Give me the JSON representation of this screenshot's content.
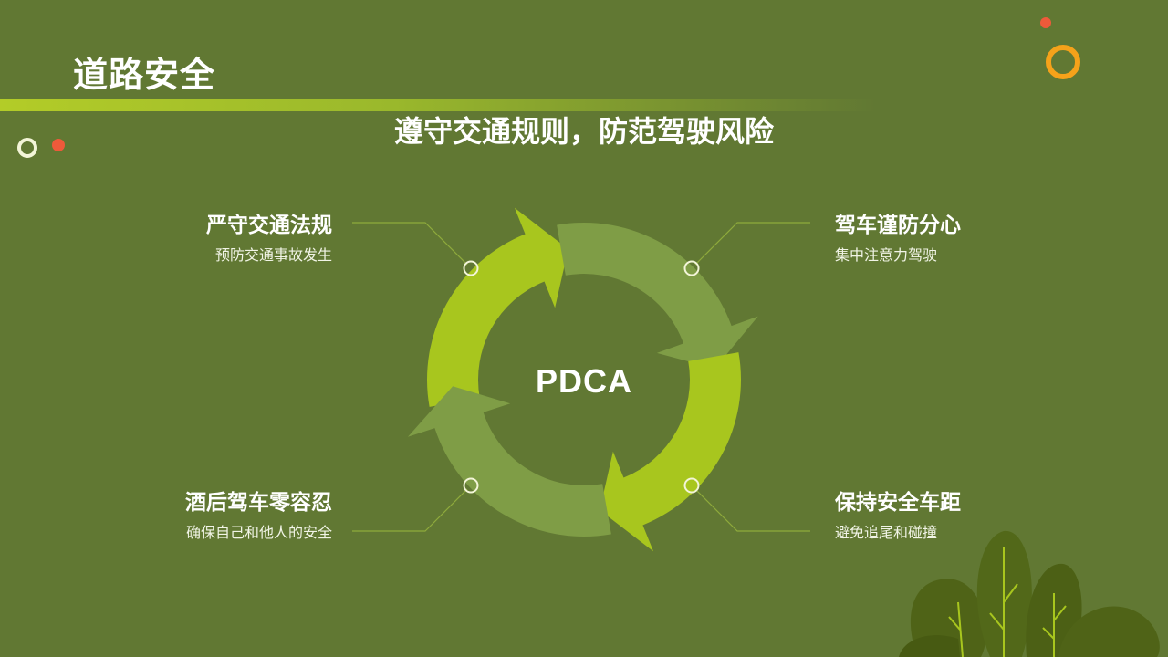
{
  "slide": {
    "title": "道路安全",
    "subtitle": "遵守交通规则，防范驾驶风险"
  },
  "cycle": {
    "center_label": "PDCA",
    "items": [
      {
        "title": "严守交通法规",
        "desc": "预防交通事故发生"
      },
      {
        "title": "驾车谨防分心",
        "desc": "集中注意力驾驶"
      },
      {
        "title": "保持安全车距",
        "desc": "避免追尾和碰撞"
      },
      {
        "title": "酒后驾车零容忍",
        "desc": "确保自己和他人的安全"
      }
    ]
  },
  "colors": {
    "background": "#617833",
    "accent_lime": "#a8c61e",
    "accent_olive": "#7f9d46",
    "dot_red": "#ee5a3a",
    "ring_orange": "#f5a21a",
    "leaf_dark": "#4f6317"
  }
}
